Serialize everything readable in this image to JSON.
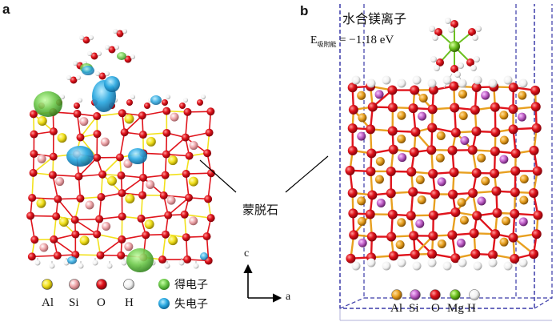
{
  "panel_a": {
    "letter": "a",
    "legend_atoms": [
      {
        "label": "Al",
        "color": "#f2e11c"
      },
      {
        "label": "Si",
        "color": "#f0a8ac"
      },
      {
        "label": "O",
        "color": "#e0141c"
      },
      {
        "label": "H",
        "color": "#f4f4f4"
      }
    ],
    "legend_charge": [
      {
        "label": "得电子",
        "color": "#6cc84a"
      },
      {
        "label": "失电子",
        "color": "#2aa8e0"
      }
    ],
    "axis_c": "c",
    "axis_a": "a"
  },
  "panel_b": {
    "letter": "b",
    "title": "水合镁离子",
    "energy_main": "E",
    "energy_sub": "吸附能",
    "energy_value": "= −1.18 eV",
    "legend_atoms": [
      {
        "label": "Al",
        "color": "#e8a020"
      },
      {
        "label": "Si",
        "color": "#c060c8"
      },
      {
        "label": "O",
        "color": "#e0141c"
      },
      {
        "label": "Mg",
        "color": "#6cc020"
      },
      {
        "label": "H",
        "color": "#f0f0f0"
      }
    ]
  },
  "center_label": "蒙脱石"
}
